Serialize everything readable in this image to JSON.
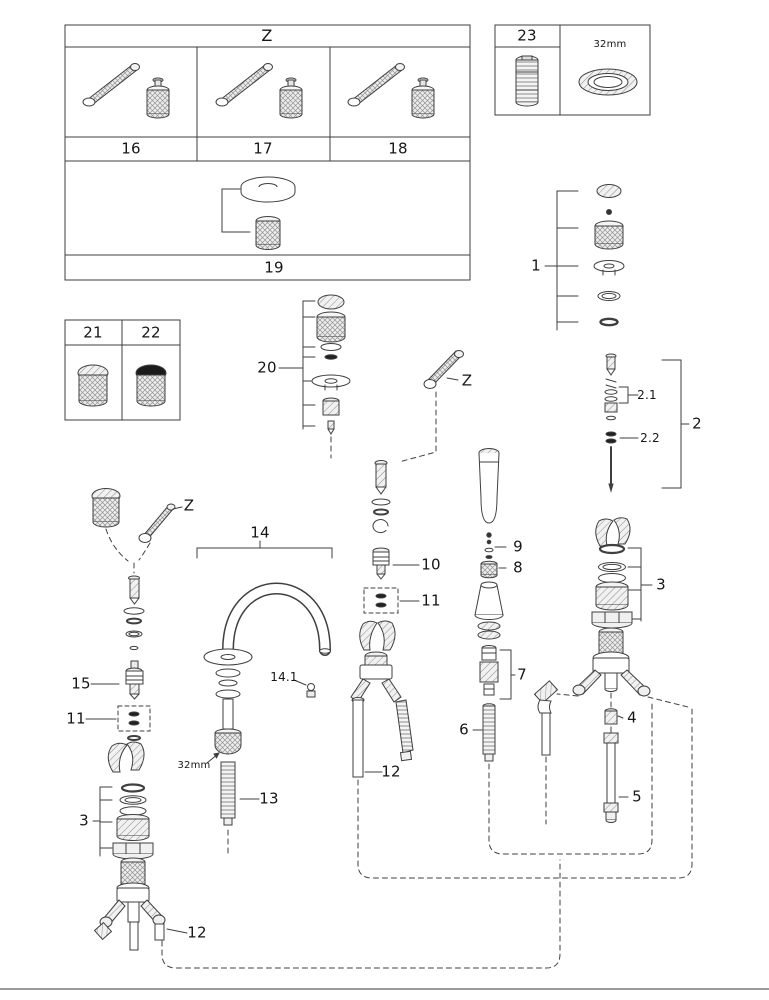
{
  "labels": {
    "z_header": "Z",
    "variant_16": "16",
    "variant_17": "17",
    "variant_18": "18",
    "part_19": "19",
    "part_20": "20",
    "variant_21": "21",
    "variant_22": "22",
    "tool_23": "23",
    "size_ring": "32mm",
    "size_nut": "32mm",
    "part_1": "1",
    "part_2": "2",
    "part_2_1": "2.1",
    "part_2_2": "2.2",
    "part_3_right": "3",
    "part_3_left": "3",
    "part_4": "4",
    "part_5": "5",
    "part_6": "6",
    "part_7": "7",
    "part_8": "8",
    "part_9": "9",
    "part_10": "10",
    "part_11_center": "11",
    "part_11_left": "11",
    "part_12_center": "12",
    "part_12_left": "12",
    "part_13": "13",
    "part_14": "14",
    "part_14_1": "14.1",
    "part_15": "15",
    "z_ref_right": "Z",
    "z_ref_left": "Z"
  }
}
